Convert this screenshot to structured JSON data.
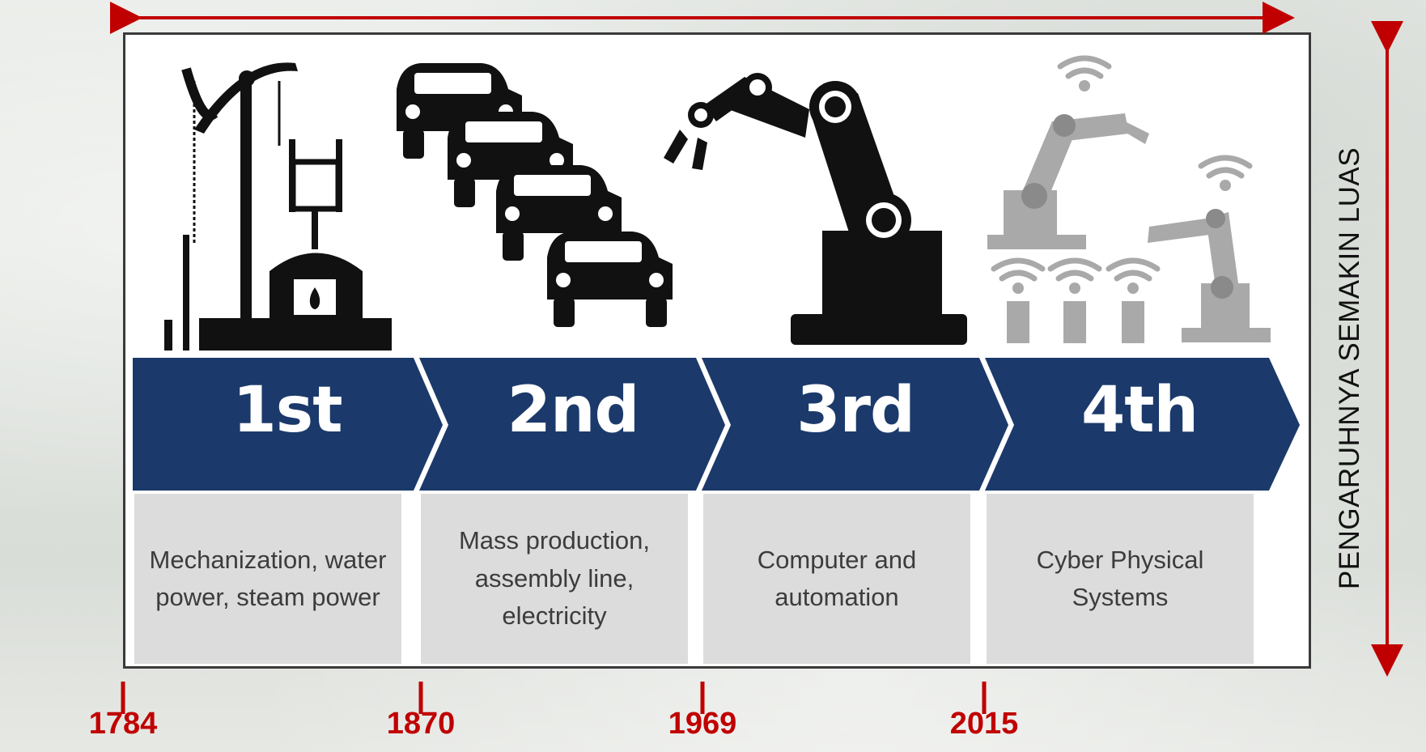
{
  "stages": [
    {
      "label": "1st",
      "description": "Mechanization, water power, steam power"
    },
    {
      "label": "2nd",
      "description": "Mass production, assembly line, electricity"
    },
    {
      "label": "3rd",
      "description": "Computer and automation"
    },
    {
      "label": "4th",
      "description": "Cyber Physical Systems"
    }
  ],
  "years": [
    "1784",
    "1870",
    "1969",
    "2015"
  ],
  "side_label": "PENGARUHNYA SEMAKIN LUAS",
  "colors": {
    "arrow_blue": "#1b3a6b",
    "desc_gray": "#dcdcdc",
    "accent_red": "#c00000",
    "icon_black": "#111111",
    "icon_gray": "#a9a9a9"
  },
  "icons": [
    "steam-engine-icon",
    "car-assembly-icon",
    "robot-arm-icon",
    "cyber-physical-icon"
  ]
}
